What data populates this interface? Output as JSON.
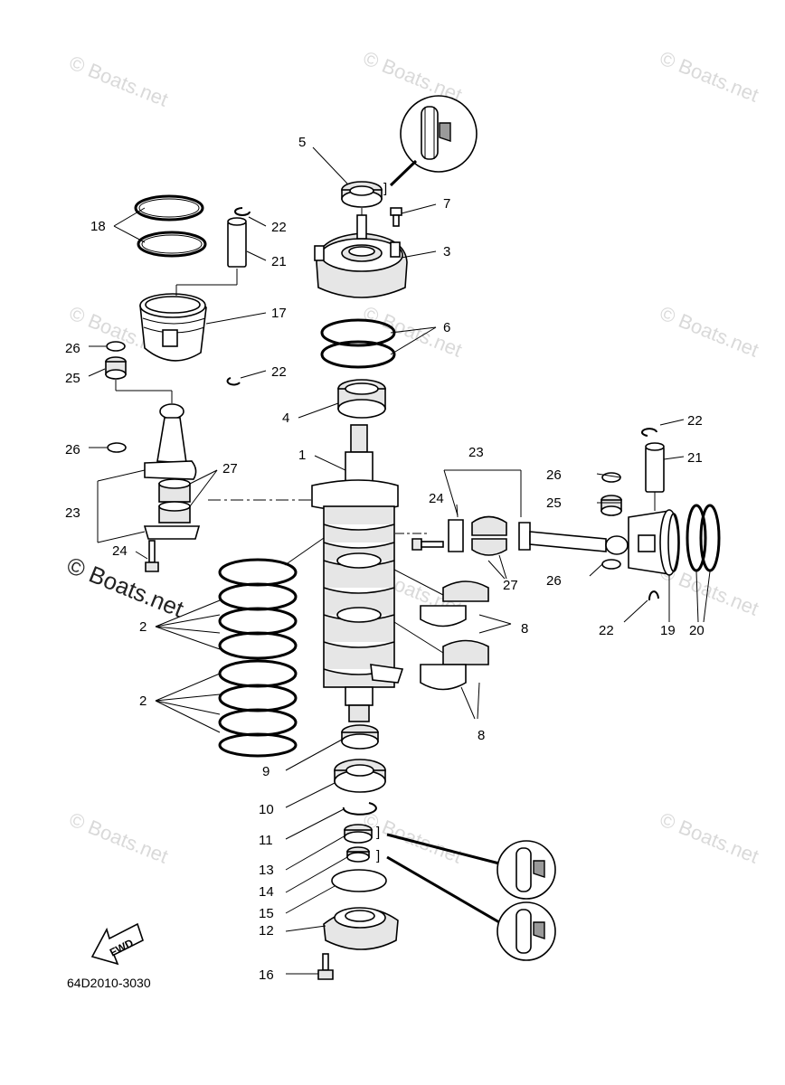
{
  "diagram": {
    "code": "64D2010-3030",
    "fwd_label": "FWD",
    "watermarks": [
      "© Boats.net",
      "© Boats.net",
      "© Boats.net",
      "© Boats.net",
      "© Boats.net",
      "© Boats.net",
      "© Boats.net",
      "© Boats.net",
      "© Boats.net",
      "© Boats.net",
      "© Boats.net"
    ],
    "main_watermark": "© Boats.net",
    "callouts": {
      "c1": "1",
      "c2a": "2",
      "c2b": "2",
      "c3": "3",
      "c4": "4",
      "c5": "5",
      "c6": "6",
      "c7": "7",
      "c8a": "8",
      "c8b": "8",
      "c9": "9",
      "c10": "10",
      "c11": "11",
      "c12": "12",
      "c13": "13",
      "c14": "14",
      "c15": "15",
      "c16": "16",
      "c17": "17",
      "c18": "18",
      "c19": "19",
      "c20": "20",
      "c21a": "21",
      "c21b": "21",
      "c22a": "22",
      "c22b": "22",
      "c22c": "22",
      "c22d": "22",
      "c23a": "23",
      "c23b": "23",
      "c24a": "24",
      "c24b": "24",
      "c25a": "25",
      "c25b": "25",
      "c26a": "26",
      "c26b": "26",
      "c26c": "26",
      "c26d": "26",
      "c27a": "27",
      "c27b": "27"
    }
  }
}
